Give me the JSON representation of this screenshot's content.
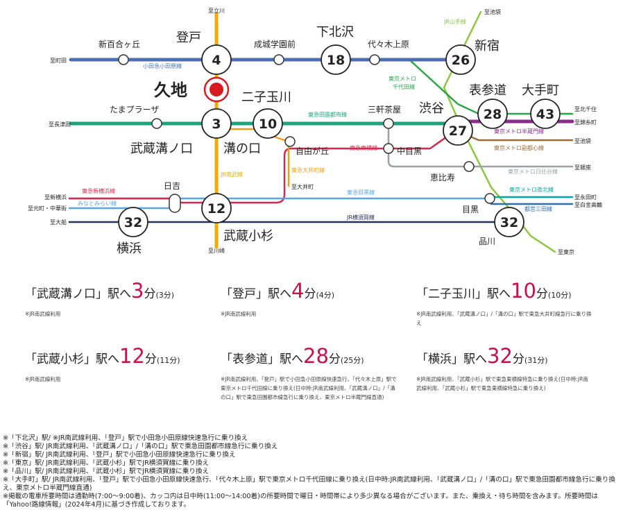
{
  "colors": {
    "jr_nambu": "#f2a900",
    "odakyu": "#4a6fb5",
    "denentoshi": "#1fa27a",
    "oimachi": "#f39c12",
    "toyoko": "#d9284e",
    "meguro": "#5aa5e6",
    "yokosuka": "#22305e",
    "yamanote": "#8cc63f",
    "chiyoda": "#2ba548",
    "hanzomon": "#8a2b8f",
    "fukutoshin": "#9b6b36",
    "hibiya": "#9aa0a6",
    "namboku": "#00a8a0",
    "mita": "#2c6fb8",
    "home": "#d71920"
  },
  "stations": {
    "noborito": "登戸",
    "shimokitazawa": "下北沢",
    "shinjuku": "新宿",
    "shinyurigaoka": "新百合ヶ丘",
    "seijogakuenmae": "成城学園前",
    "yoyogiuehara": "代々木上原",
    "kuji": "久地",
    "futakotamagawa": "二子玉川",
    "tamaplaza": "たまプラーザ",
    "sangenjaya": "三軒茶屋",
    "shibuya": "渋谷",
    "omotesando": "表参道",
    "otemachi": "大手町",
    "musashimizonokuchi": "武蔵溝ノ口",
    "mizonokuchi": "溝の口",
    "jiyugaoka": "自由が丘",
    "nakameguro": "中目黒",
    "ebisu": "恵比寿",
    "hiyoshi": "日吉",
    "musashikosugi": "武蔵小杉",
    "yokohama": "横浜",
    "meguro": "目黒",
    "shinagawa": "品川"
  },
  "minutes": {
    "noborito": "4",
    "shimokitazawa": "18",
    "shinjuku": "26",
    "futakotamagawa": "10",
    "musashimizonokuchi": "3",
    "omotesando": "28",
    "otemachi": "43",
    "shibuya": "27",
    "musashikosugi": "12",
    "yokohama": "32",
    "shinagawa": "32"
  },
  "lines": {
    "odakyu": "小田急小田原線",
    "denentoshi": "東急田園都市線",
    "chiyoda": "東京メトロ\n千代田線",
    "yamanote": "JR山手線",
    "hanzomon": "東京メトロ半蔵門線",
    "fukutoshin": "東京メトロ副都心線",
    "hibiya": "東京メトロ日比谷線",
    "namboku": "東京メトロ南北線",
    "mita": "都営三田線",
    "toyoko": "東急東横線",
    "oimachi": "東急大井町線",
    "nambu": "JR南武線",
    "shinyokohama": "東急新横浜線",
    "minatomirai": "みなとみらい線",
    "meguroline": "東急目黒線",
    "yokosuka": "JR横須賀線"
  },
  "directions": {
    "tachikawa": "至立川",
    "machida": "至町田",
    "nagatsuta": "至長津田",
    "ikebukuro_top": "至池袋",
    "kitasenju": "至北千住",
    "kinshicho": "至錦糸町",
    "ikebukuro": "至池袋",
    "ginza": "至銀座",
    "oimachi": "至大井町",
    "shinyokohama": "至新横浜",
    "motomachi": "至元町・中華街",
    "ofuna": "至大船",
    "kawasaki": "至川崎",
    "nagatacho": "至永田町",
    "shirokanetakanawa": "至白金高輪",
    "tokyo": "至東京"
  },
  "info": [
    {
      "pre": "「武蔵溝ノ口」駅へ",
      "min": "3",
      "unit": "分",
      "alt": "(3分)",
      "note": "※JR南武線利用"
    },
    {
      "pre": "「登戸」駅へ",
      "min": "4",
      "unit": "分",
      "alt": "(4分)",
      "note": "※JR南武線利用"
    },
    {
      "pre": "「二子玉川」駅へ",
      "min": "10",
      "unit": "分",
      "alt": "(10分)",
      "note": "※JR南武線利用、「武蔵溝ノ口」/「溝の口」駅で東急大井町線急行に乗り換え"
    },
    {
      "pre": "「武蔵小杉」駅へ",
      "min": "12",
      "unit": "分",
      "alt": "(11分)",
      "note": "※JR南武線利用"
    },
    {
      "pre": "「表参道」駅へ",
      "min": "28",
      "unit": "分",
      "alt": "(25分)",
      "note": "※JR南武線利用、「登戸」駅で小田急小田原線快速急行、「代々木上原」駅で東京メトロ千代田線に乗り換え(日中時:JR南武線利用、「武蔵溝ノ口」/「溝の口」駅で東急田園都市線急行に乗り換え、東京メトロ半蔵門線直通)"
    },
    {
      "pre": "「横浜」駅へ",
      "min": "32",
      "unit": "分",
      "alt": "(31分)",
      "note": "※JR南武線利用、「武蔵小杉」駅で東急東横線特急に乗り換え(日中時:JR南武線利用、「武蔵小杉」駅で東急東横線特急に乗り換え)"
    }
  ],
  "footnotes": [
    "※「下北沢」駅/ ※JR南武線利用、「登戸」駅で小田急小田原線快速急行に乗り換え",
    "※「渋谷」駅/ JR南武線利用、「武蔵溝ノ口」/「溝の口」駅で東急田園都市線急行に乗り換え",
    "※「新宿」駅/ JR南武線利用、「登戸」駅で小田急小田原線快速急行に乗り換え",
    "※「東京」駅/ JR南武線利用、「武蔵小杉」駅でJR横須賀線に乗り換え",
    "※「品川」駅/ JR南武線利用、「武蔵小杉」駅でJR横須賀線に乗り換え",
    "※「大手町」駅/ JR南武線利用、「登戸」駅で小田急小田原線快速急行、「代々木上原」駅で東京メトロ千代田線に乗り換え(日中時:JR南武線利用、「武蔵溝ノ口」/「溝の口」駅で東急田園都市線急行に乗り換え、東京メトロ半蔵門線直通)",
    "※掲載の電車所要時間は通勤時(7:00～9:00着)、カッコ内は日中時(11:00～14:00着)の所要時間で曜日・時間帯により多少異なる場合がございます。また、乗換え・待ち時間を含みます。所要時間は「Yahoo!路線情報」(2024年4月)に基づき作成しております。"
  ]
}
